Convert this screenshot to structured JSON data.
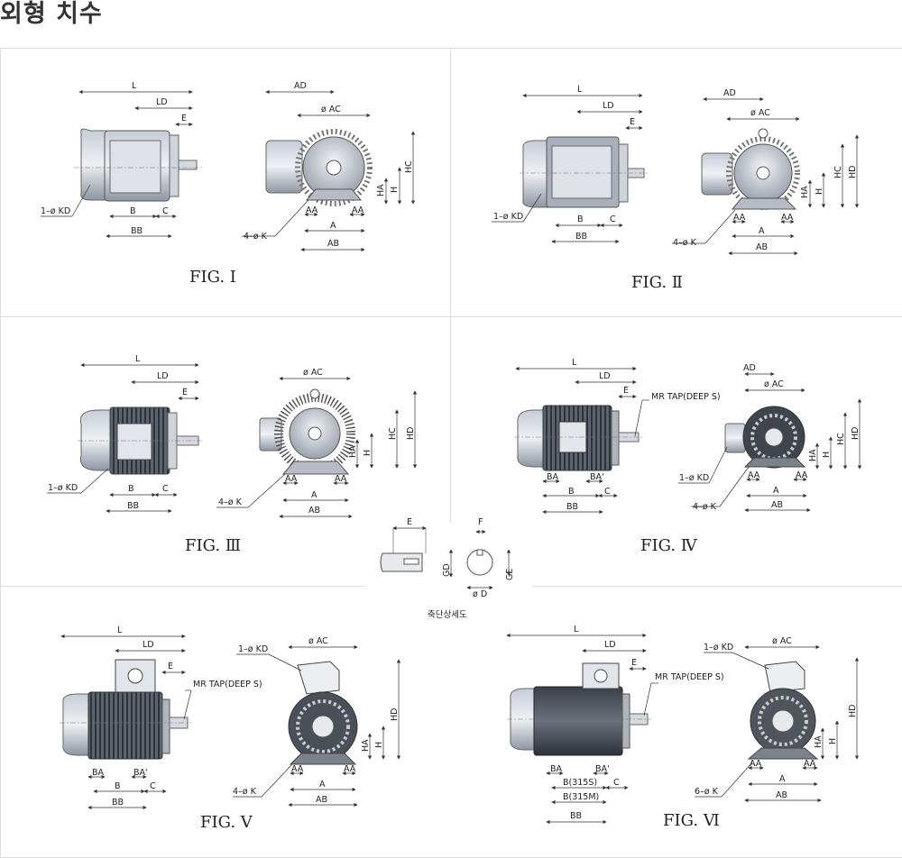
{
  "page": {
    "title": "외형 치수"
  },
  "figures": [
    {
      "label": "FIG. Ⅰ",
      "dims": {
        "L": "L",
        "LD": "LD",
        "E": "E",
        "AD": "AD",
        "AC": "ø AC",
        "HC": "HC",
        "HA": "HA",
        "H": "H",
        "B": "B",
        "C": "C",
        "BB": "BB",
        "KD": "1–ø KD",
        "K": "4–ø K",
        "AA": "AA",
        "A": "A",
        "AB": "AB"
      }
    },
    {
      "label": "FIG. Ⅱ",
      "dims": {
        "L": "L",
        "LD": "LD",
        "E": "E",
        "AD": "AD",
        "AC": "ø AC",
        "HD": "HD",
        "HC": "HC",
        "HA": "HA",
        "H": "H",
        "B": "B",
        "C": "C",
        "BB": "BB",
        "KD": "1–ø KD",
        "K": "4–ø K",
        "AA": "AA",
        "A": "A",
        "AB": "AB"
      }
    },
    {
      "label": "FIG. Ⅲ",
      "dims": {
        "L": "L",
        "LD": "LD",
        "E": "E",
        "AC": "ø AC",
        "HD": "HD",
        "HC": "HC",
        "HA": "HA",
        "H": "H",
        "B": "B",
        "C": "C",
        "BB": "BB",
        "KD": "1–ø KD",
        "K": "4–ø K",
        "AA": "AA",
        "A": "A",
        "AB": "AB"
      }
    },
    {
      "label": "FIG. Ⅳ",
      "dims": {
        "L": "L",
        "LD": "LD",
        "E": "E",
        "AD": "AD",
        "AC": "ø AC",
        "HD": "HD",
        "HC": "HC",
        "HA": "HA",
        "H": "H",
        "BA": "BA",
        "BA2": "BA'",
        "B": "B",
        "C": "C",
        "BB": "BB",
        "TAP": "MR TAP(DEEP S)",
        "KD": "1–ø KD",
        "K": "4–ø K",
        "AA": "AA",
        "A": "A",
        "AB": "AB"
      }
    },
    {
      "label": "FIG. Ⅴ",
      "dims": {
        "L": "L",
        "LD": "LD",
        "E": "E",
        "AC": "ø AC",
        "HD": "HD",
        "HA": "HA",
        "H": "H",
        "BA": "BA",
        "BA2": "BA'",
        "B": "B",
        "C": "C",
        "BB": "BB",
        "TAP": "MR TAP(DEEP S)",
        "KD": "1–ø KD",
        "K": "4–ø K",
        "AA": "AA",
        "A": "A",
        "AB": "AB"
      }
    },
    {
      "label": "FIG. Ⅵ",
      "dims": {
        "L": "L",
        "LD": "LD",
        "E": "E",
        "AC": "ø AC",
        "HD": "HD",
        "HA": "HA",
        "H": "H",
        "BA": "BA",
        "BA2": "BA'",
        "B1": "B(315S)",
        "B2": "B(315M)",
        "C": "C",
        "BB": "BB",
        "TAP": "MR TAP(DEEP S)",
        "KD": "1–ø KD",
        "K": "6–ø K",
        "AA": "AA",
        "A": "A",
        "AB": "AB"
      }
    }
  ],
  "shaft_detail": {
    "title": "축단상세도",
    "dims": {
      "E": "E",
      "F": "F",
      "GD": "GD",
      "GE": "GE",
      "D": "ø D"
    }
  }
}
